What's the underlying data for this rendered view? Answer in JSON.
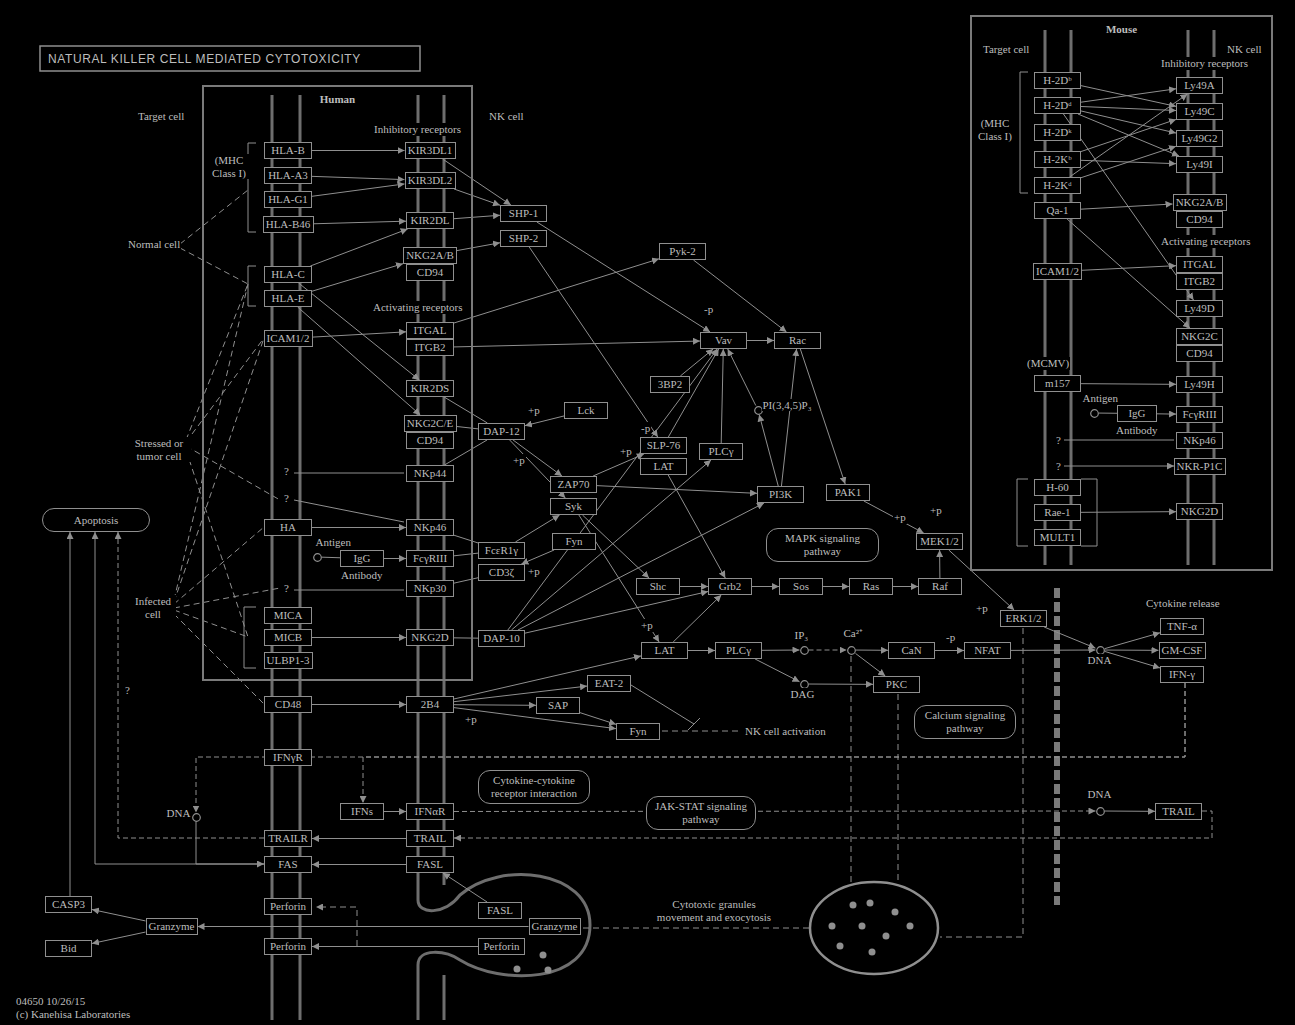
{
  "diagram": {
    "title": "NATURAL KILLER CELL MEDIATED CYTOTOXICITY",
    "nodes": [
      {
        "text": [
          "Human"
        ]
      },
      {
        "text": [
          "HLA-B"
        ],
        "in": 0
      },
      {
        "text": [
          "HLA-A3"
        ],
        "in": 0
      },
      {
        "text": [
          "HLA-G1"
        ],
        "in": 0
      },
      {
        "text": [
          "HLA-B46"
        ],
        "in": 0
      },
      {
        "text": [
          "HLA-C"
        ],
        "in": 0
      },
      {
        "text": [
          "HLA-E"
        ],
        "in": 0
      },
      {
        "text": [
          "ICAM1/2"
        ],
        "in": 0
      },
      {
        "text": [
          "HA"
        ],
        "in": 0
      },
      {
        "text": [
          "MICA"
        ],
        "in": 0
      },
      {
        "text": [
          "MICB"
        ],
        "in": 0
      },
      {
        "text": [
          "ULBP1-3"
        ],
        "in": 0
      },
      {
        "text": [
          "KIR3DL1"
        ],
        "in": 0
      },
      {
        "text": [
          "KIR3DL2"
        ],
        "in": 0
      },
      {
        "text": [
          "KIR2DL"
        ],
        "in": 0
      },
      {
        "text": [
          "NKG2A/B"
        ],
        "in": 0
      },
      {
        "text": [
          "CD94"
        ],
        "in": 0
      },
      {
        "text": [
          "ITGAL"
        ],
        "in": 0
      },
      {
        "text": [
          "ITGB2"
        ],
        "in": 0
      },
      {
        "text": [
          "KIR2DS"
        ],
        "in": 0
      },
      {
        "text": [
          "NKG2C/E"
        ],
        "in": 0
      },
      {
        "text": [
          "CD94"
        ],
        "in": 0
      },
      {
        "text": [
          "NKp44"
        ],
        "in": 0
      },
      {
        "text": [
          "NKp46"
        ],
        "in": 0
      },
      {
        "text": [
          "Antigen"
        ],
        "in": 0
      },
      {
        "text": [
          "IgG"
        ],
        "in": 0
      },
      {
        "text": [
          "FcγRIII"
        ],
        "in": 0
      },
      {
        "text": [
          "NKp30"
        ],
        "in": 0
      },
      {
        "text": [
          "NKG2D"
        ],
        "in": 0
      },
      {
        "text": [
          "SHP-1"
        ]
      },
      {
        "text": [
          "SHP-2"
        ]
      },
      {
        "text": [
          "Pyk-2"
        ]
      },
      {
        "text": [
          "Vav"
        ]
      },
      {
        "text": [
          "Rac"
        ]
      },
      {
        "text": [
          "3BP2"
        ]
      },
      {
        "text": [
          "Lck"
        ]
      },
      {
        "text": [
          "DAP-12"
        ]
      },
      {
        "text": [
          "SLP-76"
        ]
      },
      {
        "text": [
          "LAT"
        ]
      },
      {
        "text": [
          "PLCγ"
        ]
      },
      {
        "text": [
          "PI(3,4,5)P₃"
        ]
      },
      {
        "text": [
          "ZAP70"
        ]
      },
      {
        "text": [
          "Syk"
        ]
      },
      {
        "text": [
          "PI3K"
        ]
      },
      {
        "text": [
          "PAK1"
        ]
      },
      {
        "text": [
          "Fyn"
        ]
      },
      {
        "text": [
          "FcεR1γ"
        ]
      },
      {
        "text": [
          "CD3ζ"
        ]
      },
      {
        "text": [
          "MAPK signaling pathway"
        ]
      },
      {
        "text": [
          "MEK1/2"
        ]
      },
      {
        "text": [
          "Shc"
        ]
      },
      {
        "text": [
          "Grb2"
        ]
      },
      {
        "text": [
          "Sos"
        ]
      },
      {
        "text": [
          "Ras"
        ]
      },
      {
        "text": [
          "Raf"
        ]
      },
      {
        "text": [
          "DAP-10"
        ]
      },
      {
        "text": [
          "LAT"
        ]
      },
      {
        "text": [
          "PLCγ"
        ]
      },
      {
        "text": [
          "IP₃"
        ]
      },
      {
        "text": [
          "Ca²⁺"
        ]
      },
      {
        "text": [
          "CaN"
        ]
      },
      {
        "text": [
          "NFAT"
        ]
      },
      {
        "text": [
          "ERK1/2"
        ]
      },
      {
        "text": [
          "DAG"
        ]
      },
      {
        "text": [
          "PKC"
        ]
      },
      {
        "text": [
          "CD48"
        ]
      },
      {
        "text": [
          "2B4"
        ]
      },
      {
        "text": [
          "EAT-2"
        ]
      },
      {
        "text": [
          "SAP"
        ]
      },
      {
        "text": [
          "Fyn"
        ]
      },
      {
        "text": [
          "Calcium signaling pathway"
        ]
      },
      {
        "text": [
          "Cytokine-cytokine receptor interaction"
        ]
      },
      {
        "text": [
          "JAK-STAT signaling pathway"
        ]
      },
      {
        "text": [
          "IFNγR"
        ]
      },
      {
        "text": [
          "DNA"
        ]
      },
      {
        "text": [
          "IFNs"
        ]
      },
      {
        "text": [
          "IFNαR"
        ]
      },
      {
        "text": [
          "TRAILR"
        ]
      },
      {
        "text": [
          "TRAIL"
        ]
      },
      {
        "text": [
          "FAS"
        ]
      },
      {
        "text": [
          "FASL"
        ]
      },
      {
        "text": [
          "Perforin"
        ]
      },
      {
        "text": [
          "Perforin"
        ]
      },
      {
        "text": [
          "FASL"
        ]
      },
      {
        "text": [
          "Granzyme"
        ]
      },
      {
        "text": [
          "Perforin"
        ]
      },
      {
        "text": [
          "Granzyme"
        ]
      },
      {
        "text": [
          "CASP3"
        ]
      },
      {
        "text": [
          "Bid"
        ]
      },
      {
        "text": [
          "Apoptosis"
        ]
      },
      {
        "text": [
          "DNA"
        ]
      },
      {
        "text": [
          "TNF-α"
        ]
      },
      {
        "text": [
          "GM-CSF"
        ]
      },
      {
        "text": [
          "IFN-γ"
        ]
      },
      {
        "text": [
          "DNA"
        ]
      },
      {
        "text": [
          "TRAIL"
        ]
      },
      {
        "text": [
          "Mouse"
        ]
      },
      {
        "text": [
          "H-2Dᵇ"
        ],
        "in": 96
      },
      {
        "text": [
          "H-2Dᵈ"
        ],
        "in": 96
      },
      {
        "text": [
          "H-2Dᵏ"
        ],
        "in": 96
      },
      {
        "text": [
          "H-2Kᵇ"
        ],
        "in": 96
      },
      {
        "text": [
          "H-2Kᵈ"
        ],
        "in": 96
      },
      {
        "text": [
          "Qa-1"
        ],
        "in": 96
      },
      {
        "text": [
          "ICAM1/2"
        ],
        "in": 96
      },
      {
        "text": [
          "m157"
        ],
        "in": 96
      },
      {
        "text": [
          "Antigen"
        ],
        "in": 96
      },
      {
        "text": [
          "IgG"
        ],
        "in": 96
      },
      {
        "text": [
          "H-60"
        ],
        "in": 96
      },
      {
        "text": [
          "Rae-1"
        ],
        "in": 96
      },
      {
        "text": [
          "MULT1"
        ],
        "in": 96
      },
      {
        "text": [
          "Ly49A"
        ],
        "in": 96
      },
      {
        "text": [
          "Ly49C"
        ],
        "in": 96
      },
      {
        "text": [
          "Ly49G2"
        ],
        "in": 96
      },
      {
        "text": [
          "Ly49I"
        ],
        "in": 96
      },
      {
        "text": [
          "NKG2A/B"
        ],
        "in": 96
      },
      {
        "text": [
          "CD94"
        ],
        "in": 96
      },
      {
        "text": [
          "ITGAL"
        ],
        "in": 96
      },
      {
        "text": [
          "ITGB2"
        ],
        "in": 96
      },
      {
        "text": [
          "Ly49D"
        ],
        "in": 96
      },
      {
        "text": [
          "NKG2C"
        ],
        "in": 96
      },
      {
        "text": [
          "CD94"
        ],
        "in": 96
      },
      {
        "text": [
          "Ly49H"
        ],
        "in": 96
      },
      {
        "text": [
          "FcγRIII"
        ],
        "in": 96
      },
      {
        "text": [
          "NKp46"
        ],
        "in": 96
      },
      {
        "text": [
          "NKR-P1C"
        ],
        "in": 96
      },
      {
        "text": [
          "NKG2D"
        ],
        "in": 96
      }
    ],
    "edges": [
      {
        "from": 1,
        "to": 12,
        "arrow": "to"
      },
      {
        "from": 2,
        "to": 13,
        "arrow": "to"
      },
      {
        "from": 3,
        "to": 13,
        "arrow": "to"
      },
      {
        "from": 4,
        "to": 14,
        "arrow": "to"
      },
      {
        "from": 5,
        "to": 14,
        "arrow": "to"
      },
      {
        "from": 6,
        "to": 15,
        "arrow": "to"
      },
      {
        "from": 5,
        "to": 19,
        "arrow": "to"
      },
      {
        "from": 6,
        "to": 20,
        "arrow": "to"
      },
      {
        "from": 7,
        "to": 17,
        "arrow": "to"
      },
      {
        "from": 8,
        "to": 23,
        "arrow": "to"
      },
      {
        "from": 24,
        "to": 25,
        "arrow": "none"
      },
      {
        "from": 25,
        "to": 26,
        "arrow": "to"
      },
      {
        "from": 10,
        "to": 28,
        "arrow": "to"
      },
      {
        "from": 65,
        "to": 66,
        "arrow": "to"
      },
      {
        "from": 12,
        "to": 29,
        "arrow": "to"
      },
      {
        "from": 13,
        "to": 29,
        "arrow": "to"
      },
      {
        "from": 14,
        "to": 29,
        "arrow": "to"
      },
      {
        "from": 15,
        "to": 30,
        "arrow": "to"
      },
      {
        "from": 29,
        "to": 32,
        "arrow": "to"
      },
      {
        "from": 30,
        "to": 37,
        "arrow": "to"
      },
      {
        "from": 17,
        "to": 31,
        "arrow": "to"
      },
      {
        "from": 18,
        "to": 32,
        "arrow": "to"
      },
      {
        "from": 31,
        "to": 33,
        "arrow": "to"
      },
      {
        "from": 32,
        "to": 33,
        "arrow": "to"
      },
      {
        "from": 33,
        "to": 44,
        "arrow": "to"
      },
      {
        "from": 44,
        "to": 49,
        "arrow": "to"
      },
      {
        "from": 49,
        "to": 62,
        "arrow": "to"
      },
      {
        "from": 54,
        "to": 49,
        "arrow": "to"
      },
      {
        "from": 62,
        "to": 90,
        "arrow": "to"
      },
      {
        "from": 61,
        "to": 90,
        "arrow": "to"
      },
      {
        "from": 90,
        "to": 91,
        "arrow": "to"
      },
      {
        "from": 90,
        "to": 92,
        "arrow": "to"
      },
      {
        "from": 90,
        "to": 93,
        "arrow": "to"
      },
      {
        "from": 19,
        "to": 36,
        "arrow": "none"
      },
      {
        "from": 20,
        "to": 36,
        "arrow": "none"
      },
      {
        "from": 22,
        "to": 36,
        "arrow": "none"
      },
      {
        "from": 35,
        "to": 36,
        "arrow": "to"
      },
      {
        "from": 36,
        "to": 41,
        "arrow": "to"
      },
      {
        "from": 36,
        "to": 42,
        "arrow": "to"
      },
      {
        "from": 23,
        "to": 46,
        "arrow": "none"
      },
      {
        "from": 26,
        "to": 46,
        "arrow": "none"
      },
      {
        "from": 27,
        "to": 47,
        "arrow": "none"
      },
      {
        "from": 46,
        "to": 42,
        "arrow": "to"
      },
      {
        "from": 45,
        "to": 47,
        "arrow": "to"
      },
      {
        "from": 41,
        "to": 37,
        "arrow": "to"
      },
      {
        "from": 41,
        "to": 43,
        "arrow": "to"
      },
      {
        "from": 42,
        "to": 50,
        "arrow": "to"
      },
      {
        "from": 42,
        "to": 56,
        "arrow": "to"
      },
      {
        "from": 34,
        "to": 32,
        "arrow": "to"
      },
      {
        "from": 37,
        "to": 32,
        "arrow": "to"
      },
      {
        "from": 38,
        "to": 51,
        "arrow": "to"
      },
      {
        "from": 39,
        "to": 32,
        "arrow": "to"
      },
      {
        "from": 43,
        "to": 40,
        "arrow": "to"
      },
      {
        "from": 40,
        "to": 32,
        "arrow": "to"
      },
      {
        "from": 43,
        "to": 33,
        "arrow": "to"
      },
      {
        "from": 28,
        "to": 55,
        "arrow": "none"
      },
      {
        "from": 55,
        "to": 39,
        "arrow": "to"
      },
      {
        "from": 55,
        "to": 32,
        "arrow": "to"
      },
      {
        "from": 55,
        "to": 43,
        "arrow": "to"
      },
      {
        "from": 55,
        "to": 51,
        "arrow": "to"
      },
      {
        "from": 50,
        "to": 51,
        "arrow": "to"
      },
      {
        "from": 51,
        "to": 52,
        "arrow": "to"
      },
      {
        "from": 52,
        "to": 53,
        "arrow": "to"
      },
      {
        "from": 53,
        "to": 54,
        "arrow": "to"
      },
      {
        "from": 56,
        "to": 51,
        "arrow": "to"
      },
      {
        "from": 56,
        "to": 57,
        "arrow": "to"
      },
      {
        "from": 57,
        "to": 58,
        "arrow": "to"
      },
      {
        "from": 58,
        "to": 59,
        "arrow": "to"
      },
      {
        "from": 57,
        "to": 63,
        "arrow": "to"
      },
      {
        "from": 59,
        "to": 60,
        "arrow": "to"
      },
      {
        "from": 60,
        "to": 61,
        "arrow": "to"
      },
      {
        "from": 63,
        "to": 64,
        "arrow": "to"
      },
      {
        "from": 59,
        "to": 64,
        "arrow": "to"
      },
      {
        "from": 66,
        "to": 56,
        "arrow": "to"
      },
      {
        "from": 66,
        "to": 67,
        "arrow": "to"
      },
      {
        "from": 66,
        "to": 68,
        "arrow": "to"
      },
      {
        "from": 66,
        "to": 69,
        "arrow": "to"
      },
      {
        "from": 68,
        "to": 69,
        "arrow": "to"
      },
      {
        "from": 93,
        "to": 74,
        "arrow": "to"
      },
      {
        "from": 93,
        "to": 75,
        "arrow": "to"
      },
      {
        "from": 74,
        "to": 79,
        "arrow": "to"
      },
      {
        "from": 75,
        "to": 76,
        "arrow": "to"
      },
      {
        "from": 76,
        "to": 94,
        "arrow": "to"
      },
      {
        "from": 94,
        "to": 95,
        "arrow": "to"
      },
      {
        "from": 95,
        "to": 78,
        "arrow": "to"
      },
      {
        "from": 78,
        "to": 77,
        "arrow": "to"
      },
      {
        "from": 80,
        "to": 79,
        "arrow": "to"
      },
      {
        "from": 77,
        "to": 89,
        "arrow": "to"
      },
      {
        "from": 79,
        "to": 89,
        "arrow": "to"
      },
      {
        "from": 87,
        "to": 89,
        "arrow": "to"
      },
      {
        "from": 83,
        "to": 80,
        "arrow": "to"
      },
      {
        "from": 84,
        "to": 86,
        "arrow": "to"
      },
      {
        "from": 85,
        "to": 82,
        "arrow": "to"
      },
      {
        "from": 86,
        "to": 87,
        "arrow": "to"
      },
      {
        "from": 86,
        "to": 88,
        "arrow": "to"
      },
      {
        "from": 97,
        "to": 111,
        "arrow": "to"
      },
      {
        "from": 98,
        "to": 110,
        "arrow": "to"
      },
      {
        "from": 98,
        "to": 111,
        "arrow": "to"
      },
      {
        "from": 98,
        "to": 112,
        "arrow": "to"
      },
      {
        "from": 98,
        "to": 113,
        "arrow": "to"
      },
      {
        "from": 98,
        "to": 118,
        "arrow": "to"
      },
      {
        "from": 100,
        "to": 111,
        "arrow": "to"
      },
      {
        "from": 100,
        "to": 113,
        "arrow": "to"
      },
      {
        "from": 101,
        "to": 110,
        "arrow": "to"
      },
      {
        "from": 101,
        "to": 112,
        "arrow": "to"
      },
      {
        "from": 102,
        "to": 114,
        "arrow": "to"
      },
      {
        "from": 102,
        "to": 119,
        "arrow": "to"
      },
      {
        "from": 103,
        "to": 116,
        "arrow": "to"
      },
      {
        "from": 104,
        "to": 121,
        "arrow": "to"
      },
      {
        "from": 105,
        "to": 106,
        "arrow": "none"
      },
      {
        "from": 106,
        "to": 122,
        "arrow": "to"
      },
      {
        "from": 108,
        "to": 125,
        "arrow": "to"
      }
    ],
    "labels": [
      "Target cell",
      "NK cell",
      "Inhibitory receptors",
      "(MHC Class I)",
      "Activating receptors",
      "Normal cell",
      "Stressed or tumor cell",
      "Infected cell",
      "?",
      "?",
      "?",
      "Antibody",
      "+p",
      "+p",
      "+p",
      "-p",
      "-p",
      "+p",
      "+p",
      "+p",
      "+p",
      "+p",
      "-p",
      "+p",
      "NK cell activation",
      "?",
      "Cytokine release",
      "Cytotoxic granules movement and exocytosis",
      "04650 10/26/15",
      "(c) Kanehisa Laboratories",
      "Target cell",
      "NK cell",
      "Inhibitory receptors",
      "(MHC Class I)",
      "Activating receptors",
      "(MCMV)",
      "Antibody",
      "?",
      "?"
    ]
  }
}
